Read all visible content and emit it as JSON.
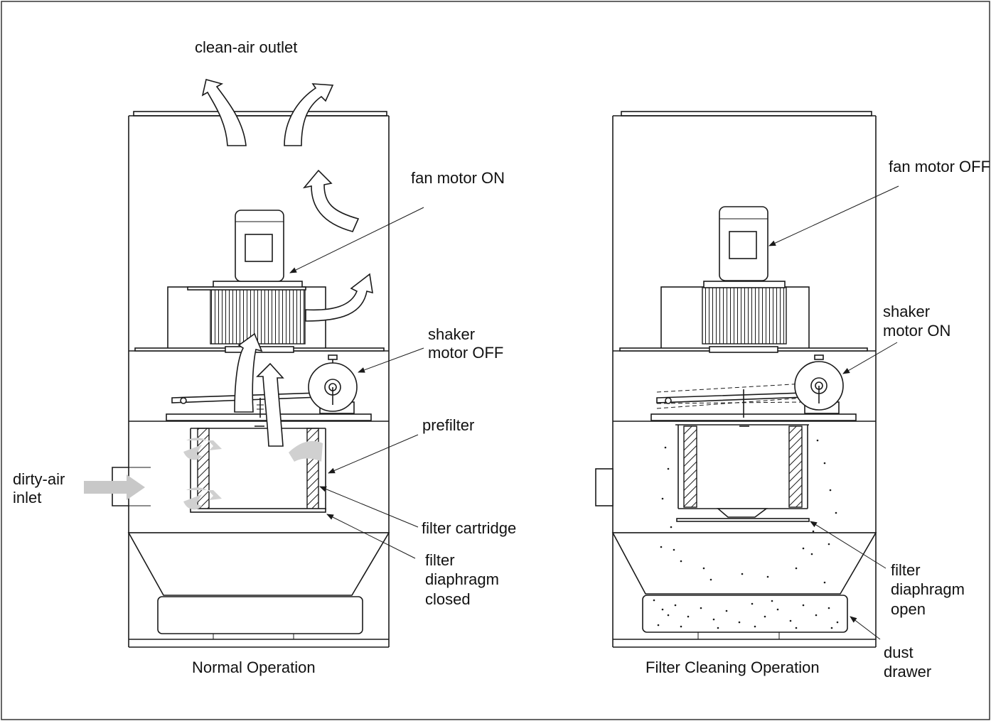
{
  "left_panel": {
    "caption": "Normal Operation",
    "labels": {
      "outlet": "clean-air outlet",
      "fan": "fan motor ON",
      "shaker_1": "shaker",
      "shaker_2": "motor OFF",
      "prefilter": "prefilter",
      "inlet_1": "dirty-air",
      "inlet_2": "inlet",
      "cartridge": "filter cartridge",
      "diaphragm_1": "filter",
      "diaphragm_2": "diaphragm",
      "diaphragm_3": "closed"
    }
  },
  "right_panel": {
    "caption": "Filter Cleaning Operation",
    "labels": {
      "fan": "fan motor OFF",
      "shaker_1": "shaker",
      "shaker_2": "motor ON",
      "diaphragm_1": "filter",
      "diaphragm_2": "diaphragm",
      "diaphragm_3": "open",
      "drawer_1": "dust",
      "drawer_2": "drawer"
    }
  },
  "colors": {
    "line": "#1a1a1a",
    "airflow_arrow_fill": "#ffffff",
    "dirty_air_arrow": "#c8c8c8"
  }
}
